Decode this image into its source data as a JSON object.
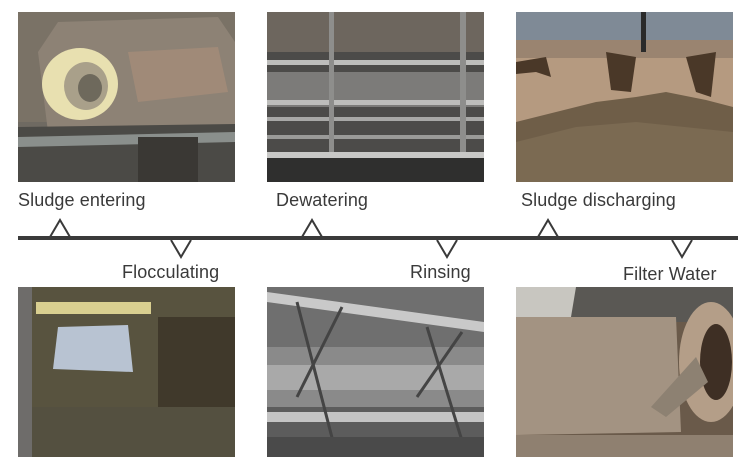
{
  "process": {
    "steps": [
      {
        "label": "Sludge entering",
        "position": "top",
        "image": "sludge-entering-photo"
      },
      {
        "label": "Flocculating",
        "position": "bottom",
        "image": "flocculating-photo"
      },
      {
        "label": "Dewatering",
        "position": "top",
        "image": "dewatering-photo"
      },
      {
        "label": "Rinsing",
        "position": "bottom",
        "image": "rinsing-photo"
      },
      {
        "label": "Sludge discharging",
        "position": "top",
        "image": "sludge-discharging-photo"
      },
      {
        "label": "Filter Water",
        "position": "bottom",
        "image": "filter-water-photo"
      }
    ]
  },
  "colors": {
    "timeline": "#3a3a3a",
    "text": "#3a3a3a",
    "background": "#ffffff"
  }
}
